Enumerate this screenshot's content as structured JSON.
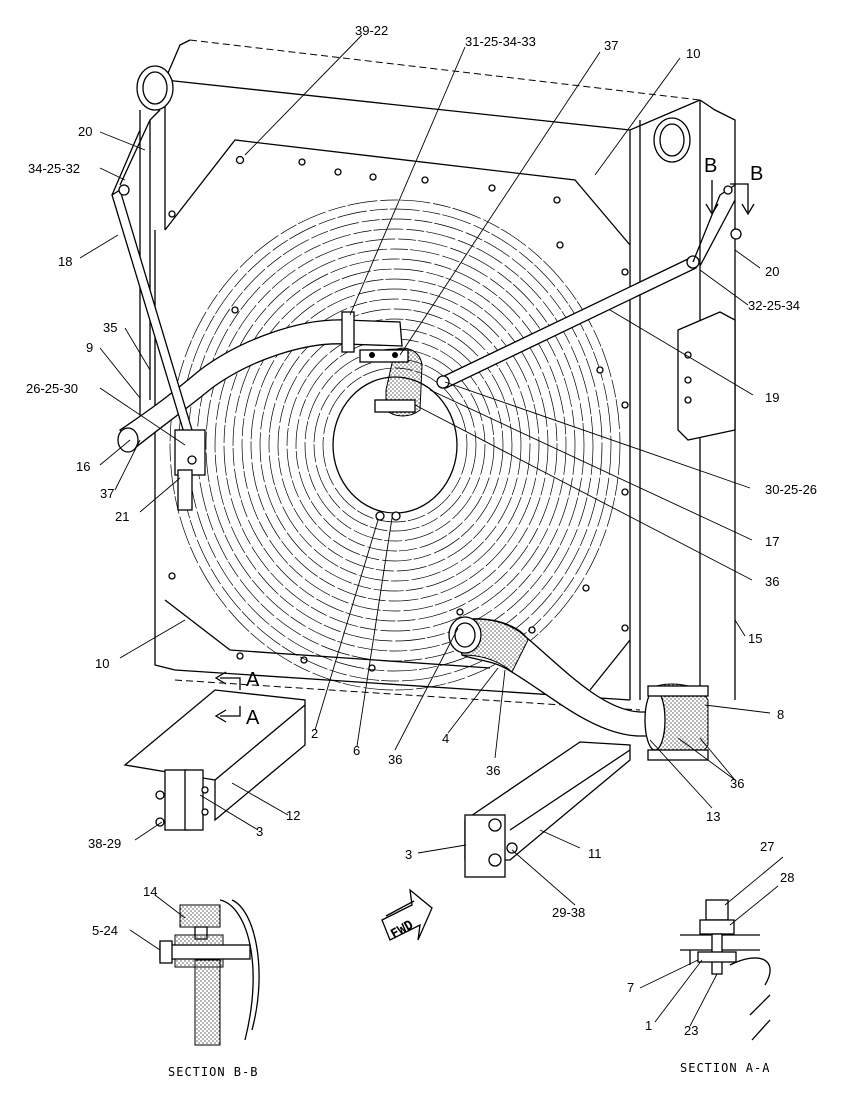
{
  "callouts": {
    "c_39_22": "39-22",
    "c_31_25_34_33": "31-25-34-33",
    "c_37_top": "37",
    "c_10_top": "10",
    "c_20_left": "20",
    "c_34_25_32": "34-25-32",
    "c_18": "18",
    "c_35": "35",
    "c_9": "9",
    "c_26_25_30": "26-25-30",
    "c_16": "16",
    "c_37_left": "37",
    "c_21": "21",
    "c_10_left": "10",
    "c_20_right": "20",
    "c_32_25_34": "32-25-34",
    "c_19": "19",
    "c_30_25_26": "30-25-26",
    "c_17": "17",
    "c_36_right": "36",
    "c_15": "15",
    "c_8": "8",
    "c_36_bracket": "36",
    "c_2": "2",
    "c_6": "6",
    "c_36_low_a": "36",
    "c_4": "4",
    "c_36_low_b": "36",
    "c_13": "13",
    "c_12": "12",
    "c_3_left": "3",
    "c_38_29": "38-29",
    "c_3_right": "3",
    "c_11": "11",
    "c_29_38": "29-38",
    "c_14": "14",
    "c_5_24": "5-24",
    "c_27": "27",
    "c_28": "28",
    "c_7": "7",
    "c_1": "1",
    "c_23": "23"
  },
  "section_markers": {
    "b_left": "B",
    "b_right": "B",
    "a_top": "A",
    "a_bottom": "A"
  },
  "section_titles": {
    "bb": "SECTION B-B",
    "aa": "SECTION A-A"
  },
  "fwd_arrow": "FWD"
}
